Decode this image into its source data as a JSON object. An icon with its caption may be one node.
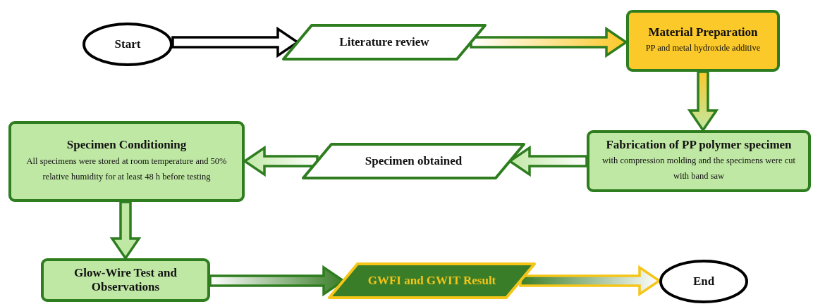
{
  "diagram": {
    "nodes": [
      {
        "text": [
          "Start"
        ]
      },
      {
        "text": [
          "Literature review"
        ]
      },
      {
        "text": [
          "Material Preparation",
          "PP and metal hydroxide additive"
        ]
      },
      {
        "text": [
          "Fabrication of PP polymer specimen",
          "with compression molding and the specimens were cut with band saw"
        ]
      },
      {
        "text": [
          "Specimen obtained"
        ]
      },
      {
        "text": [
          "Specimen Conditioning",
          "All specimens were stored at room temperature and 50% relative humidity for at least 48 h before testing"
        ]
      },
      {
        "text": [
          "Glow-Wire Test and Observations"
        ]
      },
      {
        "text": [
          "GWFI and GWIT Result"
        ]
      },
      {
        "text": [
          "End"
        ]
      }
    ],
    "edges": [
      {
        "from": 0,
        "to": 1,
        "arrow": "to",
        "color": "#000000"
      },
      {
        "from": 1,
        "to": 2,
        "arrow": "to"
      },
      {
        "from": 2,
        "to": 3,
        "arrow": "to"
      },
      {
        "from": 3,
        "to": 4,
        "arrow": "to"
      },
      {
        "from": 4,
        "to": 5,
        "arrow": "to"
      },
      {
        "from": 5,
        "to": 6,
        "arrow": "to"
      },
      {
        "from": 6,
        "to": 7,
        "arrow": "to"
      },
      {
        "from": 7,
        "to": 8,
        "arrow": "to",
        "color": "#f5c518"
      }
    ]
  }
}
